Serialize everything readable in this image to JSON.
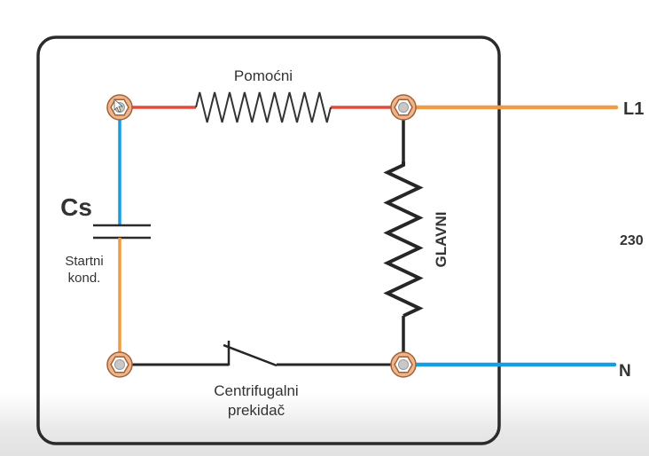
{
  "diagram": {
    "title": "Single-phase motor with starting capacitor wiring",
    "labels": {
      "auxiliary_winding": "Pomoćni",
      "main_winding": "GLAVNI",
      "capacitor_symbol": "Cs",
      "capacitor_desc_line1": "Startni",
      "capacitor_desc_line2": "kond.",
      "switch_line1": "Centrifugalni",
      "switch_line2": "prekidač",
      "line": "L1",
      "neutral": "N",
      "voltage": "230"
    },
    "colors": {
      "box_border": "#2b2b2b",
      "wire_red": "#e04b3c",
      "wire_orange": "#ef9a45",
      "wire_blue": "#1a9de0",
      "wire_black": "#262626",
      "terminal_fill": "#f0b58a",
      "terminal_stroke": "#a0623a",
      "terminal_bolt": "#c8c8c8"
    },
    "components": [
      {
        "id": "aux-winding",
        "type": "resistor",
        "label_key": "auxiliary_winding"
      },
      {
        "id": "main-winding",
        "type": "resistor",
        "label_key": "main_winding"
      },
      {
        "id": "start-capacitor",
        "type": "capacitor",
        "label_key": "capacitor_symbol"
      },
      {
        "id": "centrifugal-switch",
        "type": "switch-open",
        "label_key": "switch_line1"
      }
    ],
    "terminals": [
      "top-left",
      "top-right",
      "bottom-left",
      "bottom-right"
    ]
  }
}
